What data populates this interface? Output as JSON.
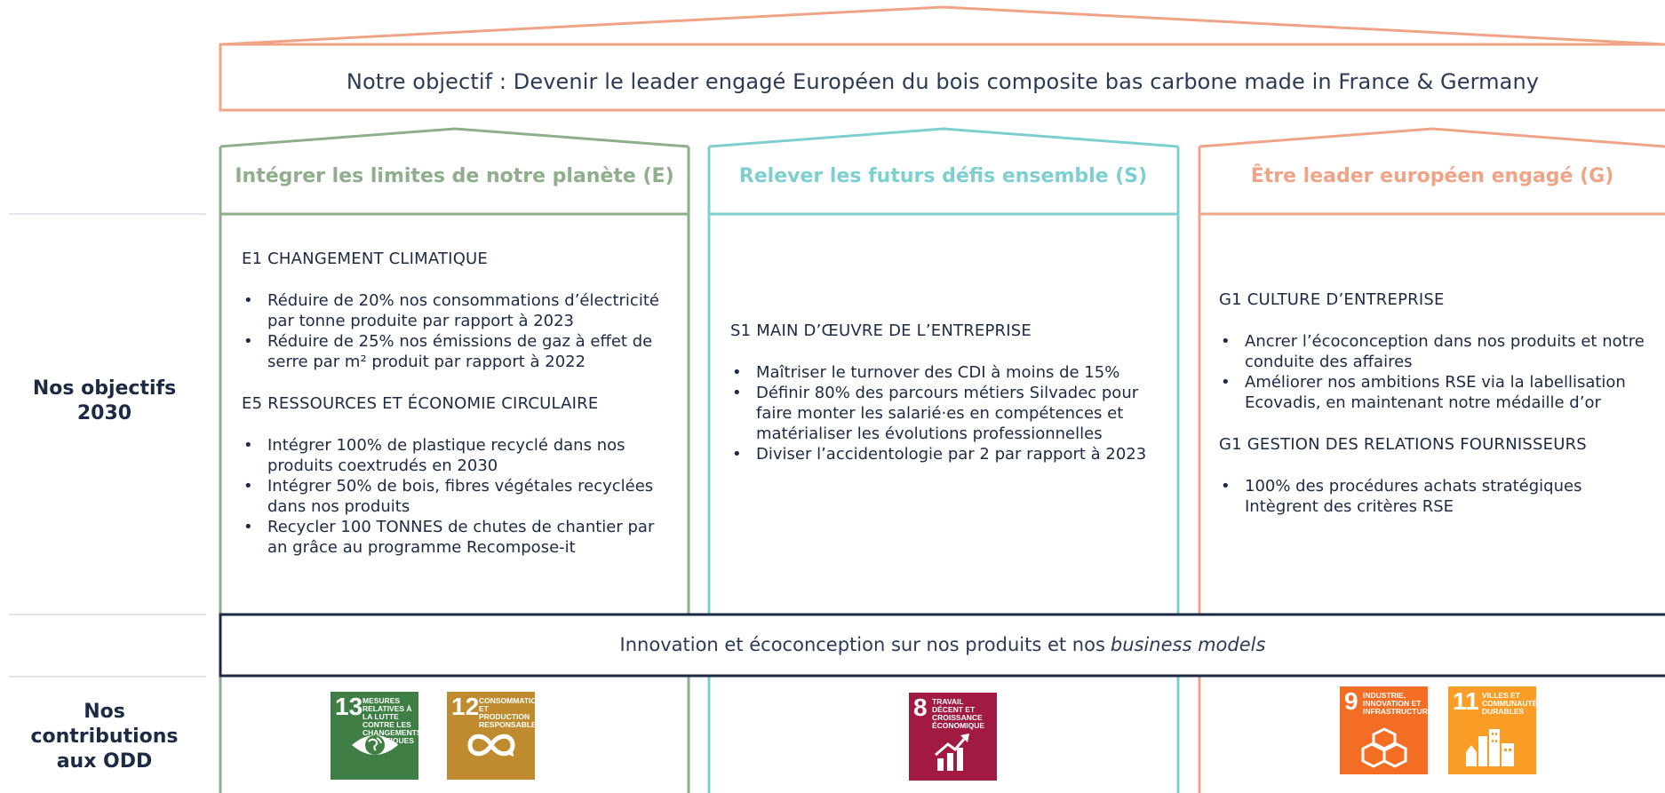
{
  "goal": "Notre objectif : Devenir le leader engagé Européen du bois composite bas carbone made in France & Germany",
  "colors": {
    "E": "#8fae8c",
    "S": "#7ecfd0",
    "G": "#f0a487",
    "roof": "#f0a487",
    "navy": "#1c2a44"
  },
  "pillars": {
    "E": {
      "title": "Intégrer les limites de notre planète (E)",
      "sections": [
        {
          "heading": "E1 CHANGEMENT CLIMATIQUE",
          "items": [
            "Réduire de 20% nos consommations d’électricité par tonne produite par rapport à 2023",
            "Réduire de 25% nos émissions de gaz à effet de serre par m² produit par rapport à 2022"
          ]
        },
        {
          "heading": "E5 RESSOURCES ET ÉCONOMIE CIRCULAIRE",
          "items": [
            "Intégrer 100% de plastique recyclé dans nos produits coextrudés en 2030",
            "Intégrer 50% de bois, fibres végétales recyclées dans nos produits",
            "Recycler 100 TONNES de chutes de chantier par an grâce au programme Recompose-it"
          ]
        }
      ]
    },
    "S": {
      "title": "Relever les futurs défis ensemble  (S)",
      "sections": [
        {
          "heading": "S1 MAIN D’ŒUVRE DE L’ENTREPRISE",
          "items": [
            "Maîtriser le turnover des CDI à moins de 15%",
            "Définir 80% des parcours métiers Silvadec pour faire monter les salarié·es en compétences et matérialiser les évolutions professionnelles",
            "Diviser l’accidentologie par 2 par rapport à 2023"
          ]
        }
      ]
    },
    "G": {
      "title": "Être leader européen engagé  (G)",
      "sections": [
        {
          "heading": "G1 CULTURE D’ENTREPRISE",
          "items": [
            "Ancrer l’écoconception dans nos produits et notre conduite des affaires",
            "Améliorer nos ambitions RSE via la labellisation Ecovadis, en maintenant notre médaille d’or"
          ]
        },
        {
          "heading": "G1 GESTION DES RELATIONS FOURNISSEURS",
          "items": [
            "100% des procédures achats stratégiques Intègrent des critères RSE"
          ]
        }
      ]
    }
  },
  "side_labels": {
    "objectives": "Nos objectifs 2030",
    "contributions": "Nos contributions aux ODD"
  },
  "innovation": {
    "text": "Innovation et écoconception sur nos produits et nos",
    "italic": "business models"
  },
  "sdgs": [
    {
      "number": "13",
      "label": "Mesures relatives à la lutte contre les changements climatiques",
      "color": "#3f7e44",
      "icon": "eye-globe-icon"
    },
    {
      "number": "12",
      "label": "Consommation et production responsables",
      "color": "#bf8b2e",
      "icon": "infinity-icon"
    },
    {
      "number": "8",
      "label": "Travail décent et croissance économique",
      "color": "#a21942",
      "icon": "growth-chart-icon"
    },
    {
      "number": "9",
      "label": "Industrie, innovation et infrastructure",
      "color": "#f36d25",
      "icon": "cubes-icon"
    },
    {
      "number": "11",
      "label": "Villes et communautés durables",
      "color": "#f99d26",
      "icon": "city-icon"
    }
  ]
}
